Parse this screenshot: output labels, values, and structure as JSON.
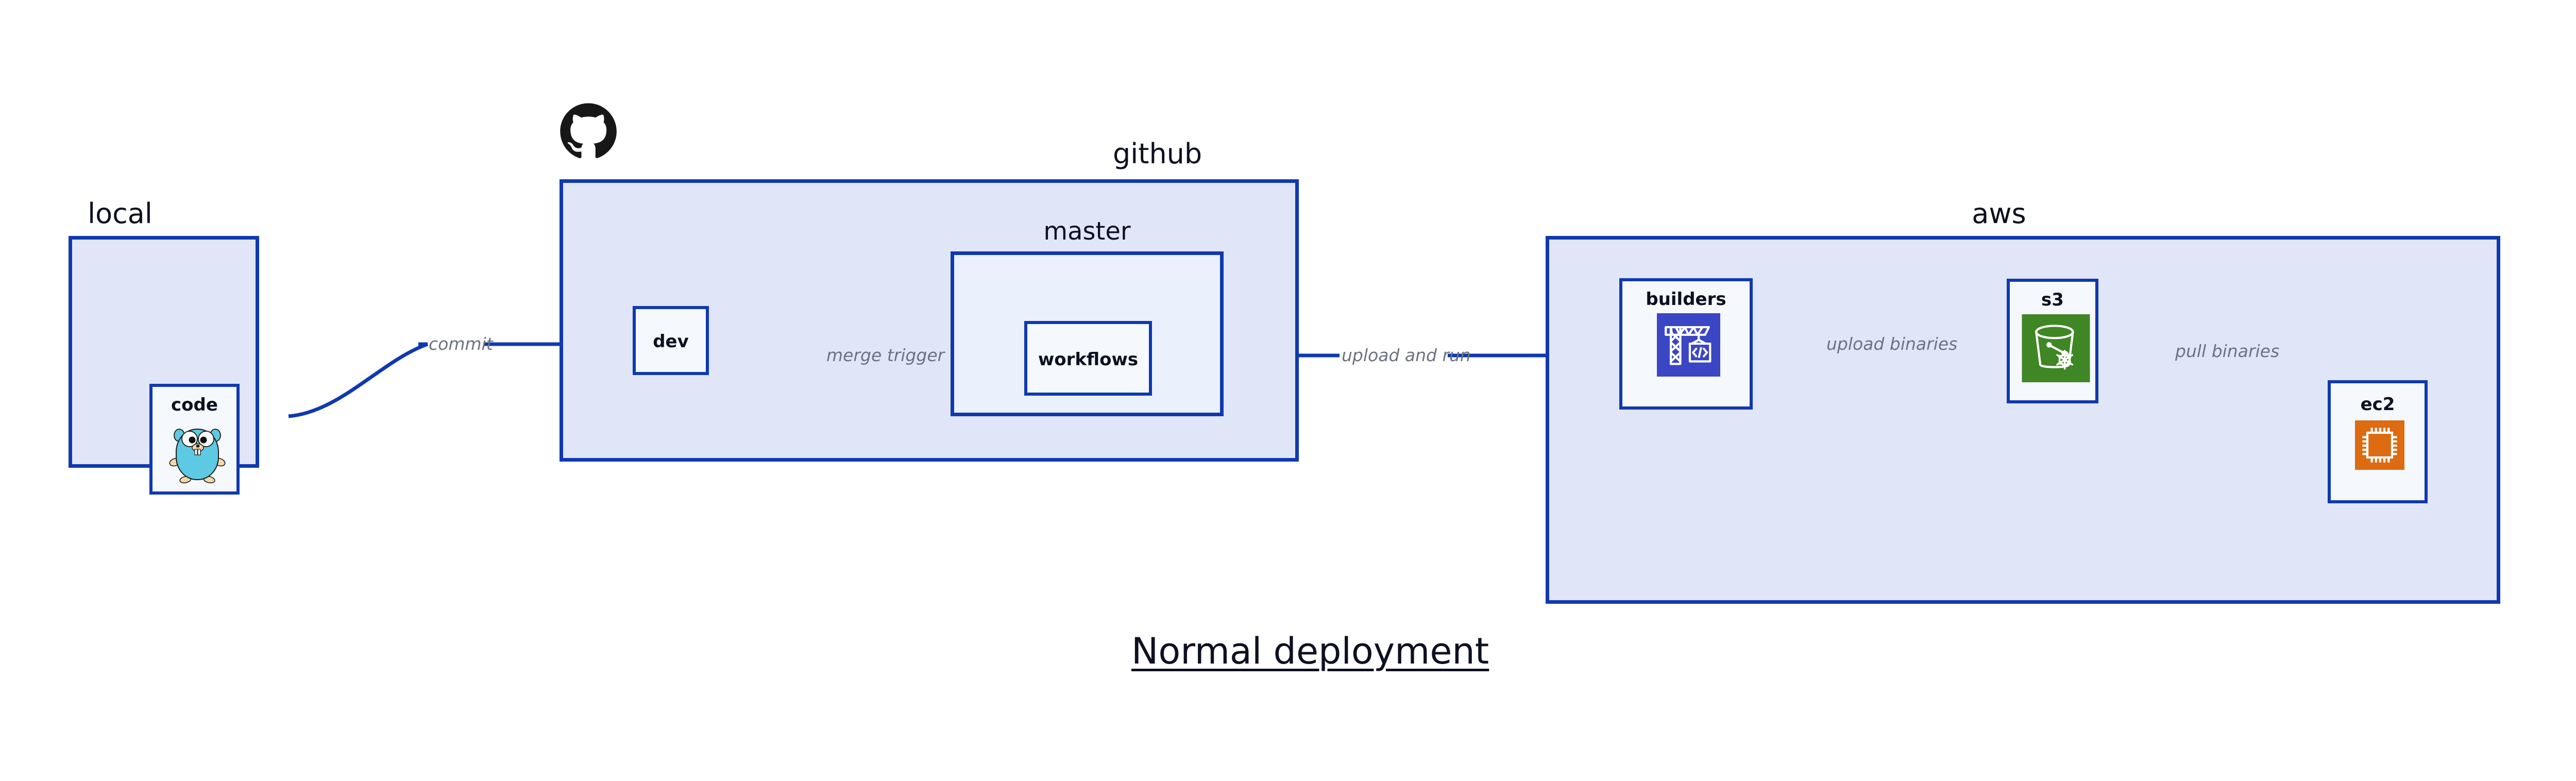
{
  "diagram": {
    "title": "Normal deployment",
    "containers": [
      {
        "id": "local",
        "label": "local"
      },
      {
        "id": "github",
        "label": "github"
      },
      {
        "id": "aws",
        "label": "aws"
      }
    ],
    "groups": [
      {
        "id": "master",
        "label": "master",
        "parent": "github"
      }
    ],
    "nodes": [
      {
        "id": "code",
        "label": "code",
        "parent": "local",
        "icon": "go-gopher-icon"
      },
      {
        "id": "dev",
        "label": "dev",
        "parent": "github",
        "icon": null
      },
      {
        "id": "workflows",
        "label": "workflows",
        "parent": "master",
        "icon": null
      },
      {
        "id": "builders",
        "label": "builders",
        "parent": "aws",
        "icon": "aws-codebuild-icon"
      },
      {
        "id": "s3",
        "label": "s3",
        "parent": "aws",
        "icon": "aws-s3-bucket-icon"
      },
      {
        "id": "ec2",
        "label": "ec2",
        "parent": "aws",
        "icon": "aws-ec2-chip-icon"
      }
    ],
    "edges": [
      {
        "id": "commit",
        "label": "commit",
        "from": "code",
        "to": "dev"
      },
      {
        "id": "merge-trigger",
        "label": "merge trigger",
        "from": "dev",
        "to": "workflows"
      },
      {
        "id": "upload-and-run",
        "label": "upload and run",
        "from": "workflows",
        "to": "builders"
      },
      {
        "id": "upload-binaries",
        "label": "upload binaries",
        "from": "builders",
        "to": "s3"
      },
      {
        "id": "pull-binaries",
        "label": "pull binaries",
        "from": "s3",
        "to": "ec2"
      }
    ],
    "logos": [
      {
        "id": "github-octocat",
        "icon": "github-octocat-icon",
        "attached_to": "github"
      }
    ],
    "colors": {
      "container_border": "#1039b0",
      "container_fill": "#e0e6f8",
      "group_fill": "#eaf0fc",
      "node_fill": "#f5f8fd",
      "label_text": "#0d1020",
      "edge_label_text": "#6b7280",
      "edge_line": "#1039b0",
      "codebuild_blue": "#3b46c4",
      "s3_green": "#3f8624",
      "ec2_orange": "#dd6b11",
      "gopher_cyan": "#5dc9e2",
      "octocat_black": "#181717"
    }
  }
}
